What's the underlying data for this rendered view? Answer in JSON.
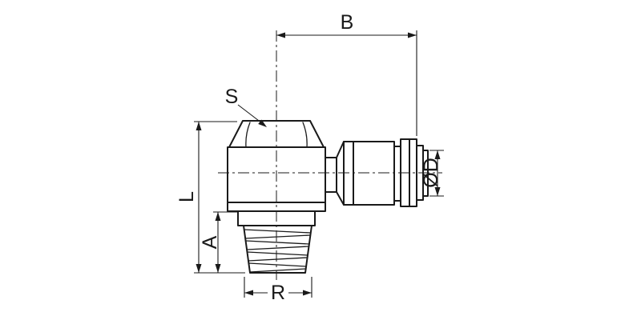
{
  "drawing": {
    "labels": {
      "b": "B",
      "s": "S",
      "l": "L",
      "a": "A",
      "r": "R",
      "d": "ØD"
    },
    "colors": {
      "line": "#1a1a1a",
      "background": "#ffffff"
    }
  }
}
